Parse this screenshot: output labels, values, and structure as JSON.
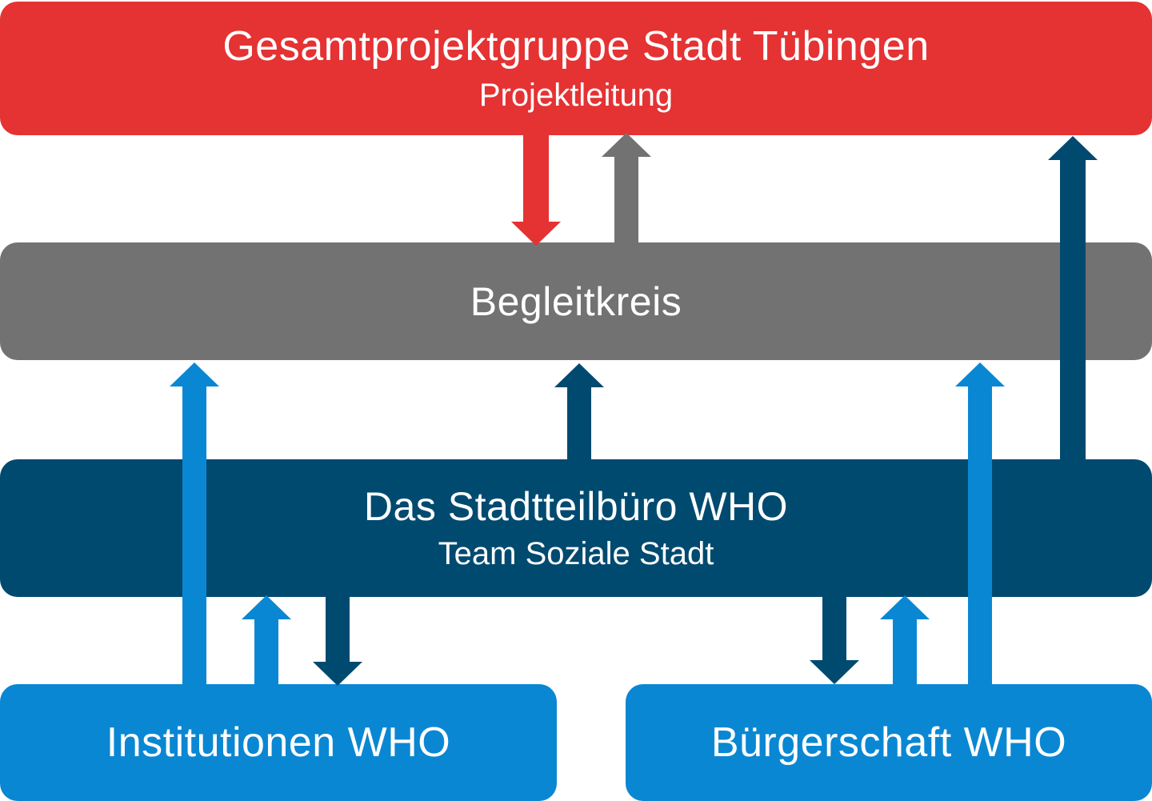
{
  "colors": {
    "red": "#E53233",
    "gray": "#727272",
    "navy": "#004A70",
    "blue": "#0A87D3",
    "text": "#FFFFFF"
  },
  "boxes": {
    "top": {
      "title": "Gesamtprojektgruppe Stadt Tübingen",
      "subtitle": "Projektleitung"
    },
    "middle": {
      "title": "Begleitkreis"
    },
    "office": {
      "title": "Das Stadtteilbüro WHO",
      "subtitle": "Team Soziale Stadt"
    },
    "institutions": {
      "title": "Institutionen WHO"
    },
    "citizens": {
      "title": "Bürgerschaft WHO"
    }
  },
  "arrows": [
    {
      "name": "arrow-top-to-begleitkreis",
      "color": "red",
      "direction": "down"
    },
    {
      "name": "arrow-begleitkreis-to-top",
      "color": "gray",
      "direction": "up"
    },
    {
      "name": "arrow-office-to-top",
      "color": "navy",
      "direction": "up"
    },
    {
      "name": "arrow-institutions-to-begleitkreis",
      "color": "blue",
      "direction": "up"
    },
    {
      "name": "arrow-office-to-begleitkreis",
      "color": "navy",
      "direction": "up"
    },
    {
      "name": "arrow-citizens-to-begleitkreis",
      "color": "blue",
      "direction": "up"
    },
    {
      "name": "arrow-institutions-to-office",
      "color": "blue",
      "direction": "up"
    },
    {
      "name": "arrow-office-to-institutions",
      "color": "navy",
      "direction": "down"
    },
    {
      "name": "arrow-office-to-citizens",
      "color": "navy",
      "direction": "down"
    },
    {
      "name": "arrow-citizens-to-office",
      "color": "blue",
      "direction": "up"
    }
  ]
}
